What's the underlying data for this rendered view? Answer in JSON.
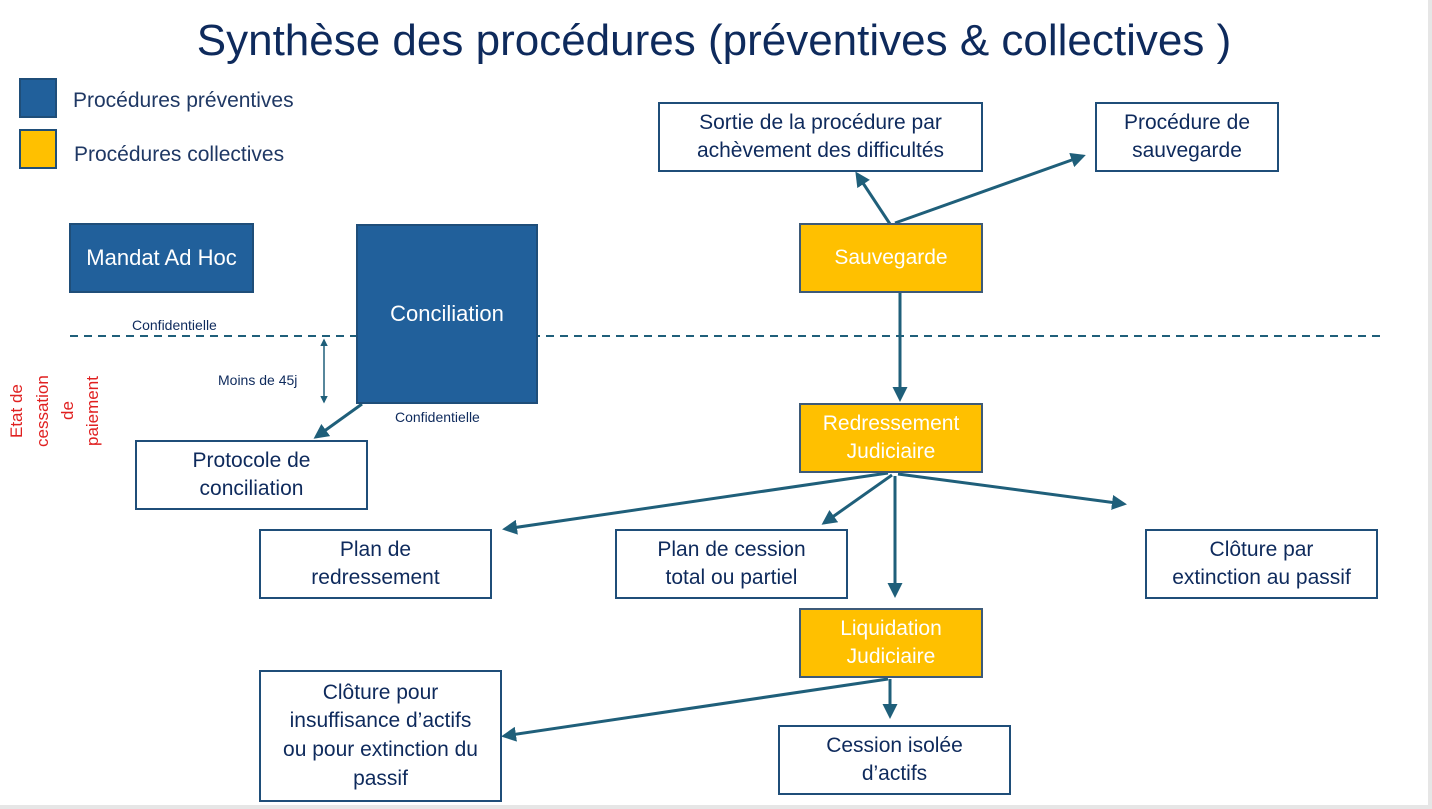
{
  "title": "Synthèse des procédures (préventives & collectives )",
  "colors": {
    "preventive": "#21609b",
    "collective": "#ffc000",
    "line": "#1f4e79",
    "state_label": "#e02020"
  },
  "legend": {
    "preventive": "Procédures préventives",
    "collective": "Procédures collectives"
  },
  "nodes": {
    "mandat": "Mandat Ad Hoc",
    "conciliation": "Conciliation",
    "protocole": "Protocole de\nconciliation",
    "sortie": "Sortie de la procédure par\nachèvement des difficultés",
    "proc_sauvegarde": "Procédure de\nsauvegarde",
    "sauvegarde": "Sauvegarde",
    "redressement": "Redressement\nJudiciaire",
    "plan_redressement": "Plan de\nredressement",
    "plan_cession": "Plan de cession\ntotal ou partiel",
    "cloture_extinction": "Clôture par\nextinction au passif",
    "liquidation": "Liquidation\nJudiciaire",
    "cloture_insuffisance": "Clôture pour\ninsuffisance d’actifs\nou pour extinction du\npassif",
    "cession_isolee": "Cession isolée\nd’actifs"
  },
  "annotations": {
    "confidentielle_1": "Confidentielle",
    "confidentielle_2": "Confidentielle",
    "delai": "Moins de 45j"
  },
  "state_label": "Etat de cessation de paiement",
  "state_label_lines": [
    "Etat de",
    "cessation",
    "de",
    "paiement"
  ]
}
